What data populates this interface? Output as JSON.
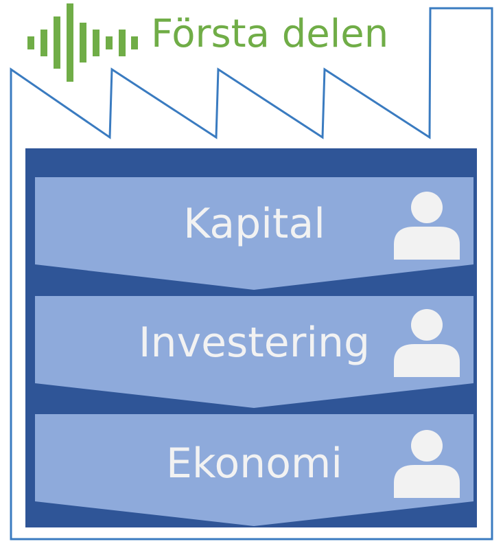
{
  "title": "Första delen",
  "colors": {
    "accent": "#70AD47",
    "outline": "#3A7BC0",
    "frame": "#2F5597",
    "stage": "#8EAADB",
    "text": "#F2F2F2"
  },
  "stages": [
    {
      "label": "Kapital",
      "icon": "person-icon"
    },
    {
      "label": "Investering",
      "icon": "person-icon"
    },
    {
      "label": "Ekonomi",
      "icon": "person-icon"
    }
  ]
}
